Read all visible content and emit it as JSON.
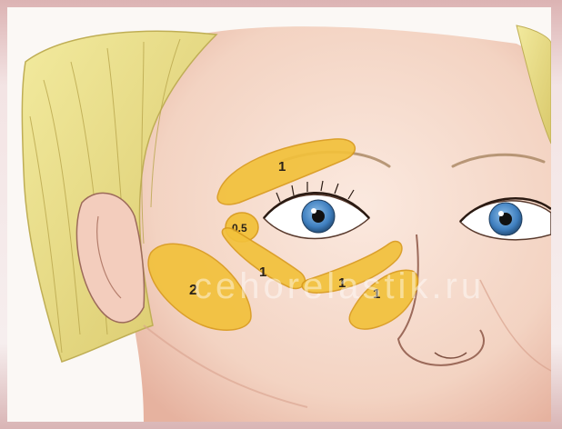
{
  "illustration": {
    "subject": "face-zones",
    "colors": {
      "zone_fill": "#f2c13b",
      "zone_stroke": "#d99b1e",
      "skin": "#f6dccd",
      "skin_shadow": "#e9b5a0",
      "hair": "#ece08a",
      "iris": "#4a86c2"
    },
    "zones": [
      {
        "id": "brow",
        "label": "1"
      },
      {
        "id": "inner-corner",
        "label": "0.5"
      },
      {
        "id": "lower-lid-inner",
        "label": "1"
      },
      {
        "id": "lower-lid-outer",
        "label": "1"
      },
      {
        "id": "outer-cheek",
        "label": "1"
      },
      {
        "id": "temple-cheek",
        "label": "2"
      }
    ],
    "watermark": "cehorelastik.ru"
  }
}
